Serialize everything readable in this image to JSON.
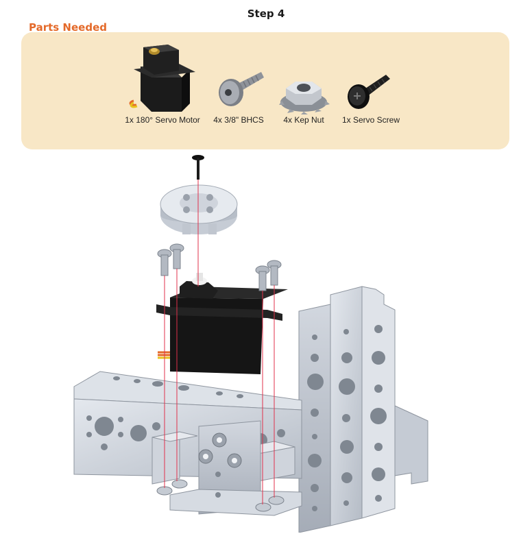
{
  "page": {
    "step_title": "Step 4"
  },
  "colors": {
    "accent": "#e46a2a",
    "panel_bg": "#f8e7c6",
    "guide_line": "#e0314b",
    "metal": "#c9ced6"
  },
  "parts": {
    "heading": "Parts Needed",
    "items": [
      {
        "label": "1x 180° Servo Motor",
        "icon": "servo-motor-icon"
      },
      {
        "label": "4x 3/8\" BHCS",
        "icon": "bhcs-screw-icon"
      },
      {
        "label": "4x Kep Nut",
        "icon": "kep-nut-icon"
      },
      {
        "label": "1x Servo Screw",
        "icon": "servo-screw-icon"
      }
    ]
  },
  "assembly": {
    "icon": "exploded-assembly-illustration"
  }
}
